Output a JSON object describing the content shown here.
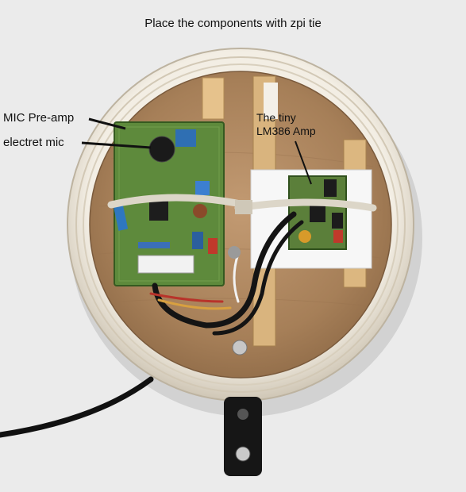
{
  "caption": "Place the components with zpi tie",
  "labels": {
    "preamp": "MIC Pre-amp",
    "mic": "electret mic",
    "amp_line1": "The tiny",
    "amp_line2": "LM386 Amp"
  },
  "colors": {
    "background": "#ebebeb",
    "wood": "#b08862",
    "ring": "#efe9dd",
    "pcb": "#5e8a3c",
    "foam": "#f7f7f7",
    "cable": "#141414"
  }
}
